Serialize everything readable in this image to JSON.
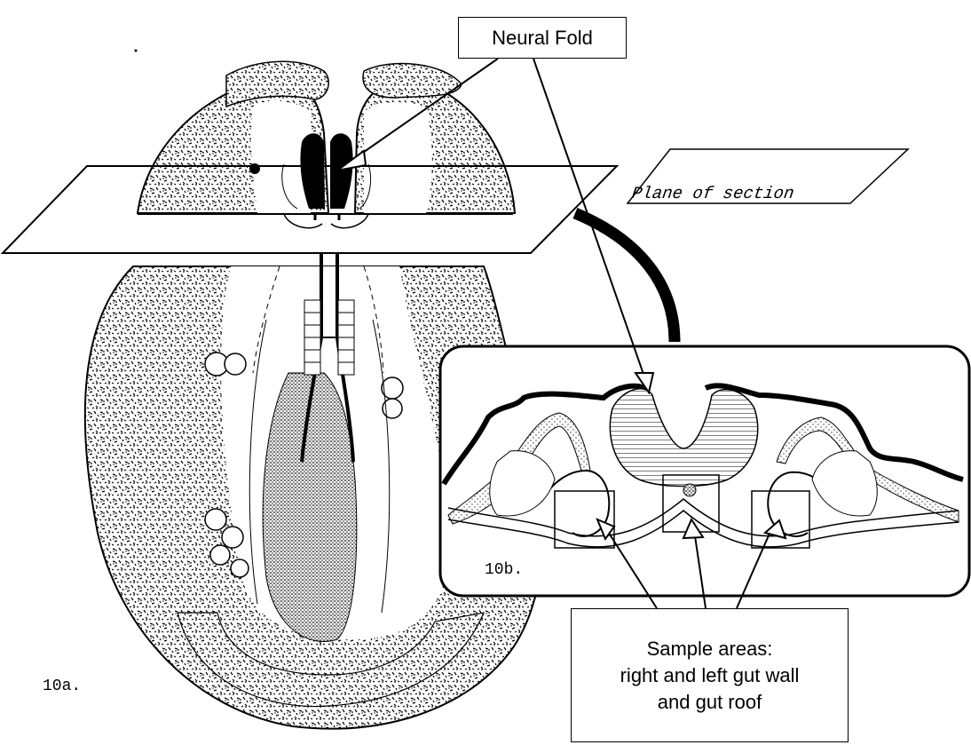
{
  "labels": {
    "neural_fold": "Neural Fold",
    "plane_of_section": "Plane of section",
    "fig_a": "10a.",
    "fig_b": "10b.",
    "sample_line1": "Sample areas:",
    "sample_line2": "right and left gut wall",
    "sample_line3": "and gut roof"
  },
  "colors": {
    "ink": "#000000",
    "paper": "#ffffff",
    "stipple": "#555555"
  }
}
